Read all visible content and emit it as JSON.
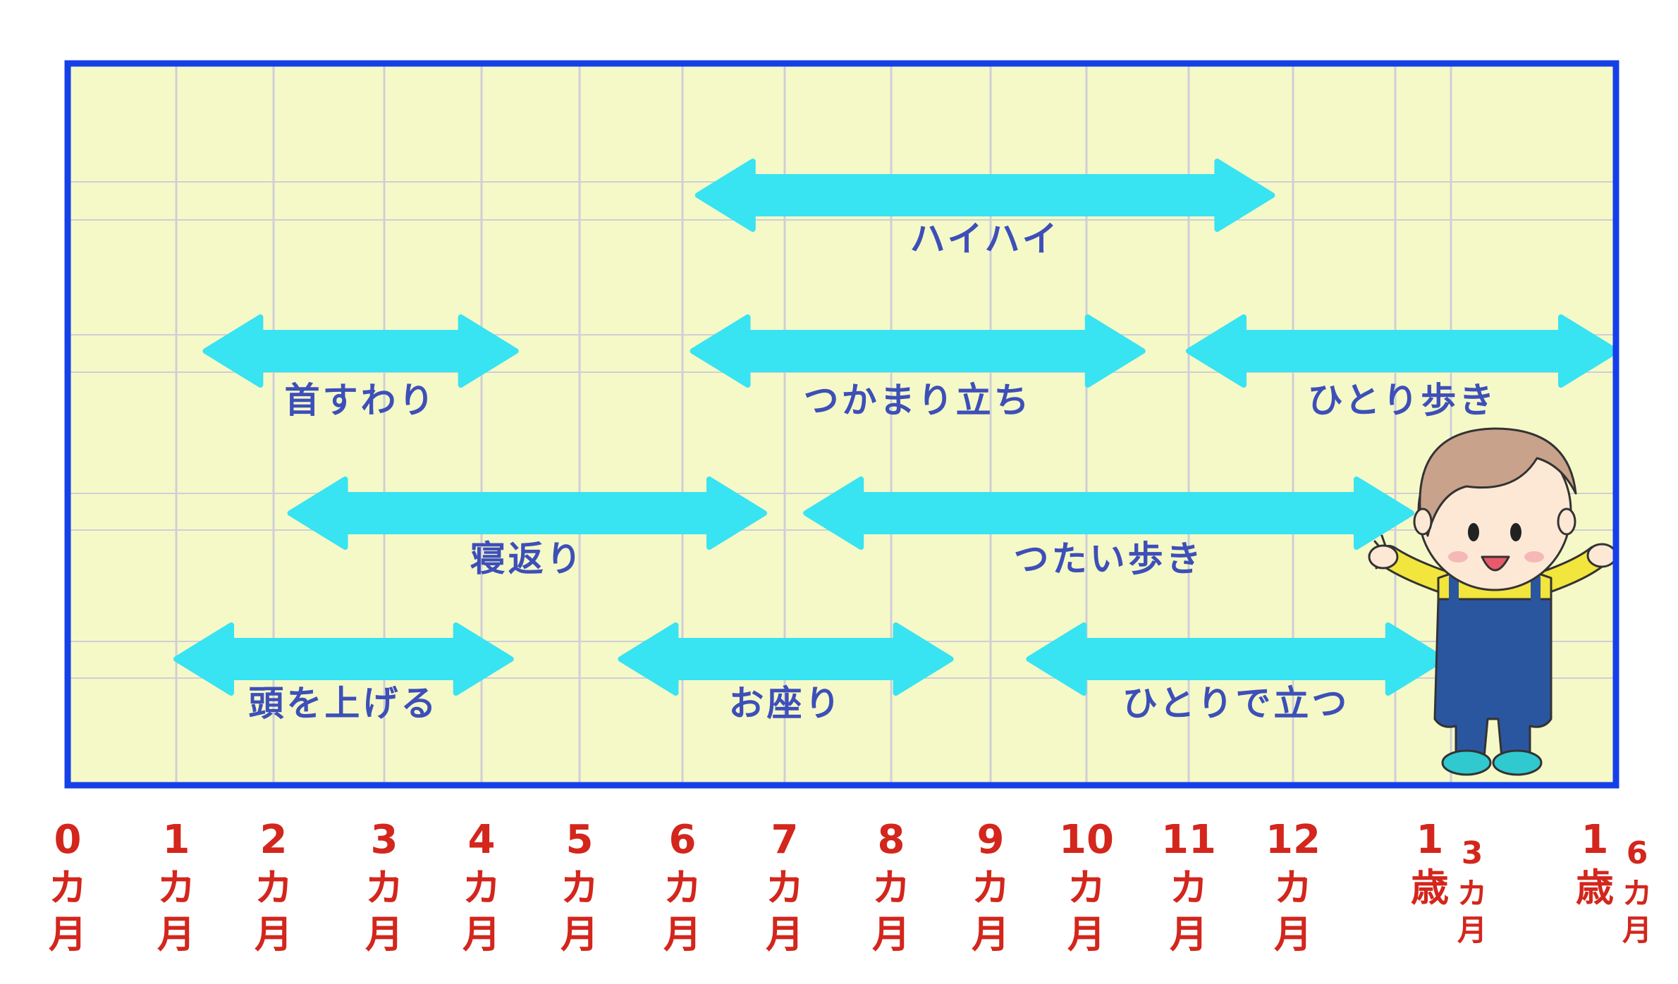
{
  "colors": {
    "frame": "#1540e8",
    "panel": "#f5f9c8",
    "grid": "#cfcfd6",
    "arrow": "#38e3f2",
    "label": "#3d4fb8",
    "tick": "#d3261c"
  },
  "ticks": [
    {
      "col": 0,
      "number": "0",
      "unit_lines": [
        "カ",
        "月"
      ]
    },
    {
      "col": 1,
      "number": "1",
      "unit_lines": [
        "カ",
        "月"
      ]
    },
    {
      "col": 2,
      "number": "2",
      "unit_lines": [
        "カ",
        "月"
      ]
    },
    {
      "col": 3,
      "number": "3",
      "unit_lines": [
        "カ",
        "月"
      ]
    },
    {
      "col": 4,
      "number": "4",
      "unit_lines": [
        "カ",
        "月"
      ]
    },
    {
      "col": 5,
      "number": "5",
      "unit_lines": [
        "カ",
        "月"
      ]
    },
    {
      "col": 6,
      "number": "6",
      "unit_lines": [
        "カ",
        "月"
      ]
    },
    {
      "col": 7,
      "number": "7",
      "unit_lines": [
        "カ",
        "月"
      ]
    },
    {
      "col": 8,
      "number": "8",
      "unit_lines": [
        "カ",
        "月"
      ]
    },
    {
      "col": 9,
      "number": "9",
      "unit_lines": [
        "カ",
        "月"
      ]
    },
    {
      "col": 10,
      "number": "10",
      "unit_lines": [
        "カ",
        "月"
      ]
    },
    {
      "col": 11,
      "number": "11",
      "unit_lines": [
        "カ",
        "月"
      ]
    },
    {
      "col": 12,
      "number": "12",
      "unit_lines": [
        "カ",
        "月"
      ]
    },
    {
      "col": 13,
      "number": "1",
      "unit_lines": [
        "歳"
      ],
      "sub_number": "3",
      "sub_unit_lines": [
        "カ",
        "月"
      ]
    },
    {
      "col": 14,
      "number": "1",
      "unit_lines": [
        "歳"
      ],
      "sub_number": "6",
      "sub_unit_lines": [
        "カ",
        "月"
      ]
    }
  ],
  "milestones": [
    {
      "label": "ハイハイ",
      "start": 6.15,
      "end": 11.8,
      "row": 0
    },
    {
      "label": "首すわり",
      "start": 1.3,
      "end": 4.35,
      "row": 1
    },
    {
      "label": "つかまり立ち",
      "start": 6.1,
      "end": 10.55,
      "row": 1
    },
    {
      "label": "ひとり歩き",
      "start": 11.0,
      "end": 14.7,
      "row": 1
    },
    {
      "label": "寝返り",
      "start": 2.15,
      "end": 6.8,
      "row": 2
    },
    {
      "label": "つたい歩き",
      "start": 7.2,
      "end": 12.75,
      "row": 2
    },
    {
      "label": "頭を上げる",
      "start": 1.0,
      "end": 4.3,
      "row": 3
    },
    {
      "label": "お座り",
      "start": 5.4,
      "end": 8.6,
      "row": 3
    },
    {
      "label": "ひとりで立つ",
      "start": 9.4,
      "end": 12.95,
      "row": 3
    }
  ]
}
